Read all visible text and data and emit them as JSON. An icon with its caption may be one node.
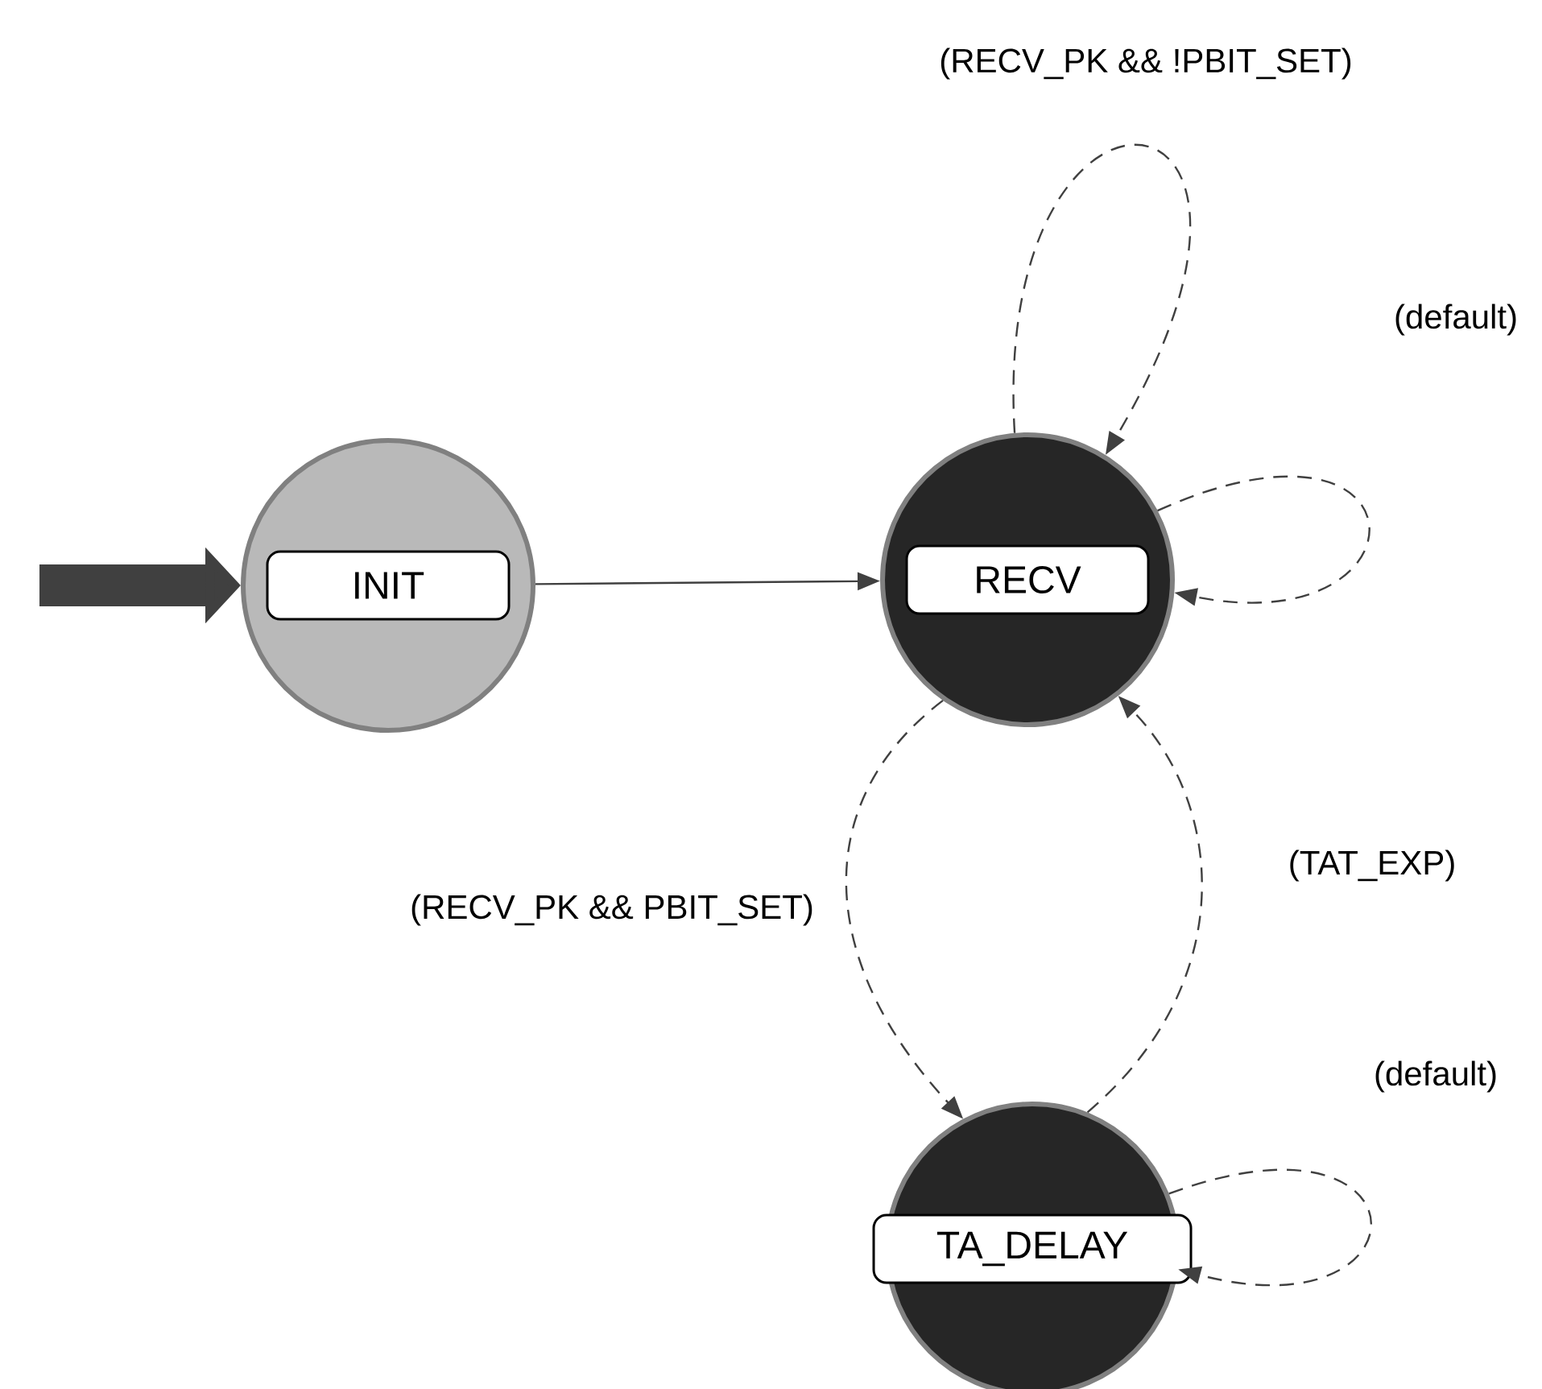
{
  "diagram": {
    "nodes": [
      {
        "text": [
          "INIT"
        ]
      },
      {
        "text": [
          "RECV"
        ]
      },
      {
        "text": [
          "TA_DELAY"
        ]
      }
    ],
    "edges": [
      {
        "from": null,
        "to": 0,
        "arrow": "to",
        "style": "thick"
      },
      {
        "from": 0,
        "to": 1,
        "arrow": "to"
      },
      {
        "from": 1,
        "to": 1,
        "arrow": "to",
        "style": "dashed",
        "label": "(RECV_PK && !PBIT_SET)"
      },
      {
        "from": 1,
        "to": 1,
        "arrow": "to",
        "style": "dashed",
        "label": "(default)"
      },
      {
        "from": 1,
        "to": 2,
        "arrow": "to",
        "style": "dashed",
        "label": "(RECV_PK && PBIT_SET)"
      },
      {
        "from": 2,
        "to": 1,
        "arrow": "to",
        "style": "dashed",
        "label": "(TAT_EXP)"
      },
      {
        "from": 2,
        "to": 2,
        "arrow": "to",
        "style": "dashed",
        "label": "(default)"
      }
    ]
  }
}
